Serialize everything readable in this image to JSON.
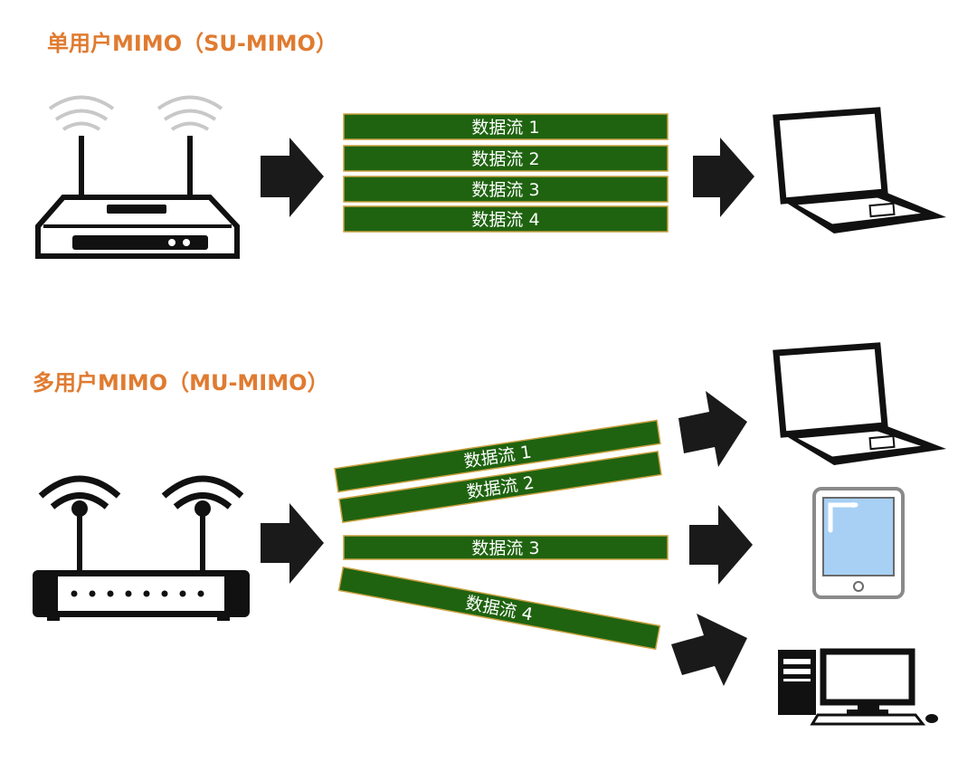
{
  "su_title": "单用户MIMO（SU-MIMO）",
  "mu_title": "多用户MIMO（MU-MIMO）",
  "su_streams": [
    "数据流 1",
    "数据流 2",
    "数据流 3",
    "数据流 4"
  ],
  "mu_streams": [
    "数据流 1",
    "数据流 2",
    "数据流 3",
    "数据流 4"
  ],
  "colors": {
    "title": "#E07B30",
    "stream_fill": "#1F6310",
    "stream_border": "#C9A040",
    "arrow": "#1a1a1a",
    "screen": "#A8D0F5"
  },
  "icons": [
    "router-icon",
    "laptop-icon",
    "tablet-icon",
    "desktop-icon",
    "arrow-icon"
  ]
}
